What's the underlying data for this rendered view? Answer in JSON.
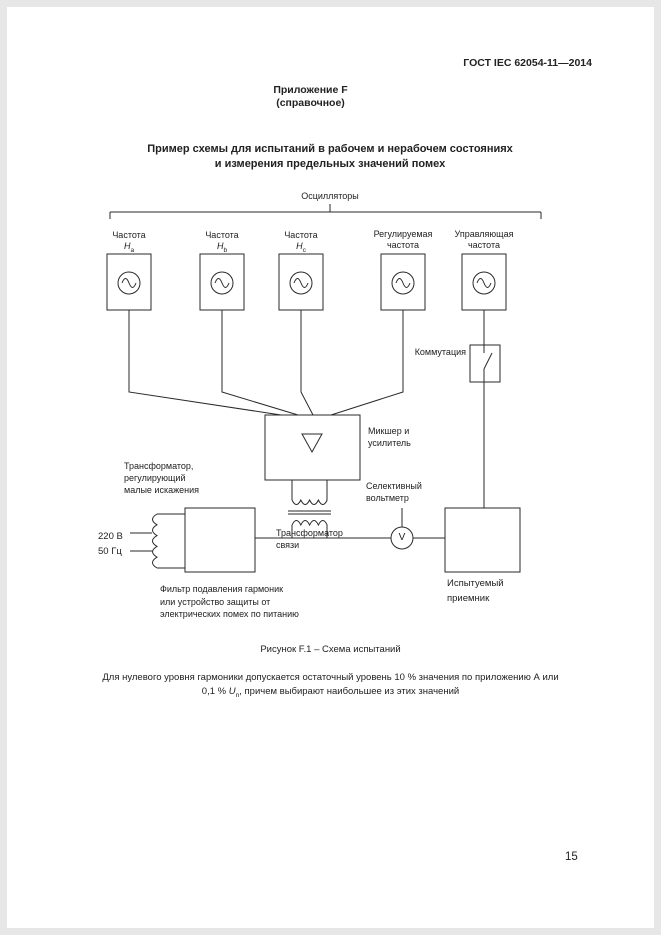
{
  "page": {
    "header": "ГОСТ IEC 62054-11—2014",
    "appendix": {
      "title": "Приложение F",
      "subtitle": "(справочное)"
    },
    "doc_title_lines": [
      "Пример схемы для испытаний в рабочем и нерабочем состояниях",
      "и измерения предельных значений помех"
    ],
    "figure_caption": "Рисунок F.1 – Схема испытаний",
    "note": {
      "line1": "Для нулевого уровня гармоники допускается остаточный уровень 10 %  значения по приложению А или",
      "line2_pre": "0,1 % ",
      "line2_sym": "U",
      "line2_sub": "n",
      "line2_post": ", причем выбирают наибольшее из этих значений"
    },
    "page_number": "15"
  },
  "diagram": {
    "group_label": "Осцилляторы",
    "oscillators": [
      {
        "label": "Частота",
        "sym": "H",
        "sub": "a"
      },
      {
        "label": "Частота",
        "sym": "H",
        "sub": "b"
      },
      {
        "label": "Частота",
        "sym": "H",
        "sub": "c"
      },
      {
        "lines": [
          "Регулируемая",
          "частота"
        ]
      },
      {
        "lines": [
          "Управляющая",
          "частота"
        ]
      }
    ],
    "switch_label": "Коммутация",
    "mixer_lines": [
      "Микшер и",
      "усилитель"
    ],
    "voltmeter_lines": [
      "Селективный",
      "вольтметр"
    ],
    "voltmeter_symbol": "V",
    "coupling_lines": [
      "Трансформатор",
      "связи"
    ],
    "regulator_lines": [
      "Трансформатор,",
      "регулирующий",
      "малые искажения"
    ],
    "source_lines": [
      "220 В",
      "50 Гц"
    ],
    "filter_lines": [
      "Фильтр подавления гармоник",
      "или устройство защиты от",
      "электрических помех по питанию"
    ],
    "receiver_lines": [
      "Испытуемый",
      "приемник"
    ]
  }
}
